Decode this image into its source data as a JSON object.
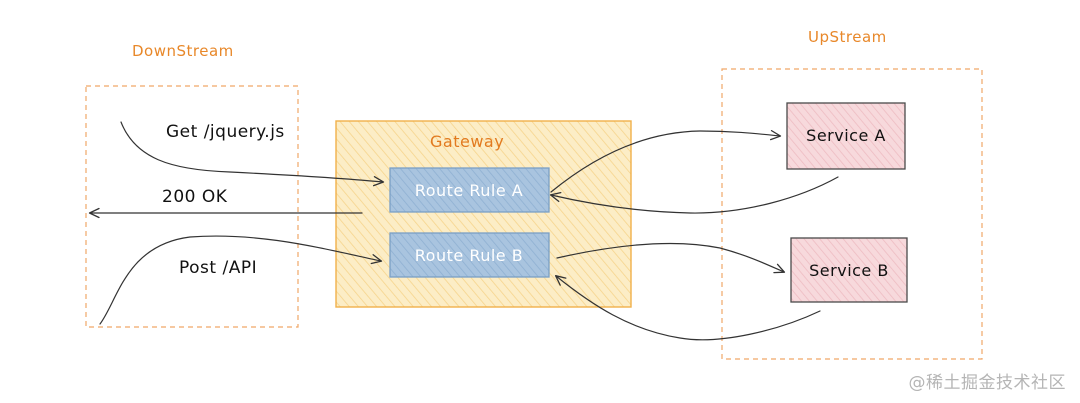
{
  "downstream": {
    "label": "DownStream"
  },
  "upstream": {
    "label": "UpStream"
  },
  "gateway": {
    "label": "Gateway",
    "rules": [
      {
        "label": "Route Rule A"
      },
      {
        "label": "Route Rule B"
      }
    ]
  },
  "services": [
    {
      "label": "Service A"
    },
    {
      "label": "Service B"
    }
  ],
  "flows": {
    "request_get": "Get /jquery.js",
    "response_ok": "200 OK",
    "request_post": "Post /API"
  },
  "watermark": "@稀土掘金技术社区",
  "colors": {
    "zone_border": "#f0a868",
    "zone_label": "#e8882a",
    "gateway_fill": "#fbe6b4",
    "gateway_border": "#f1b04a",
    "rule_fill": "#9bbad8",
    "rule_border": "#7aa0c6",
    "service_fill": "#f4cfd3",
    "service_border": "#4a4a4a",
    "arrow": "#333333"
  }
}
